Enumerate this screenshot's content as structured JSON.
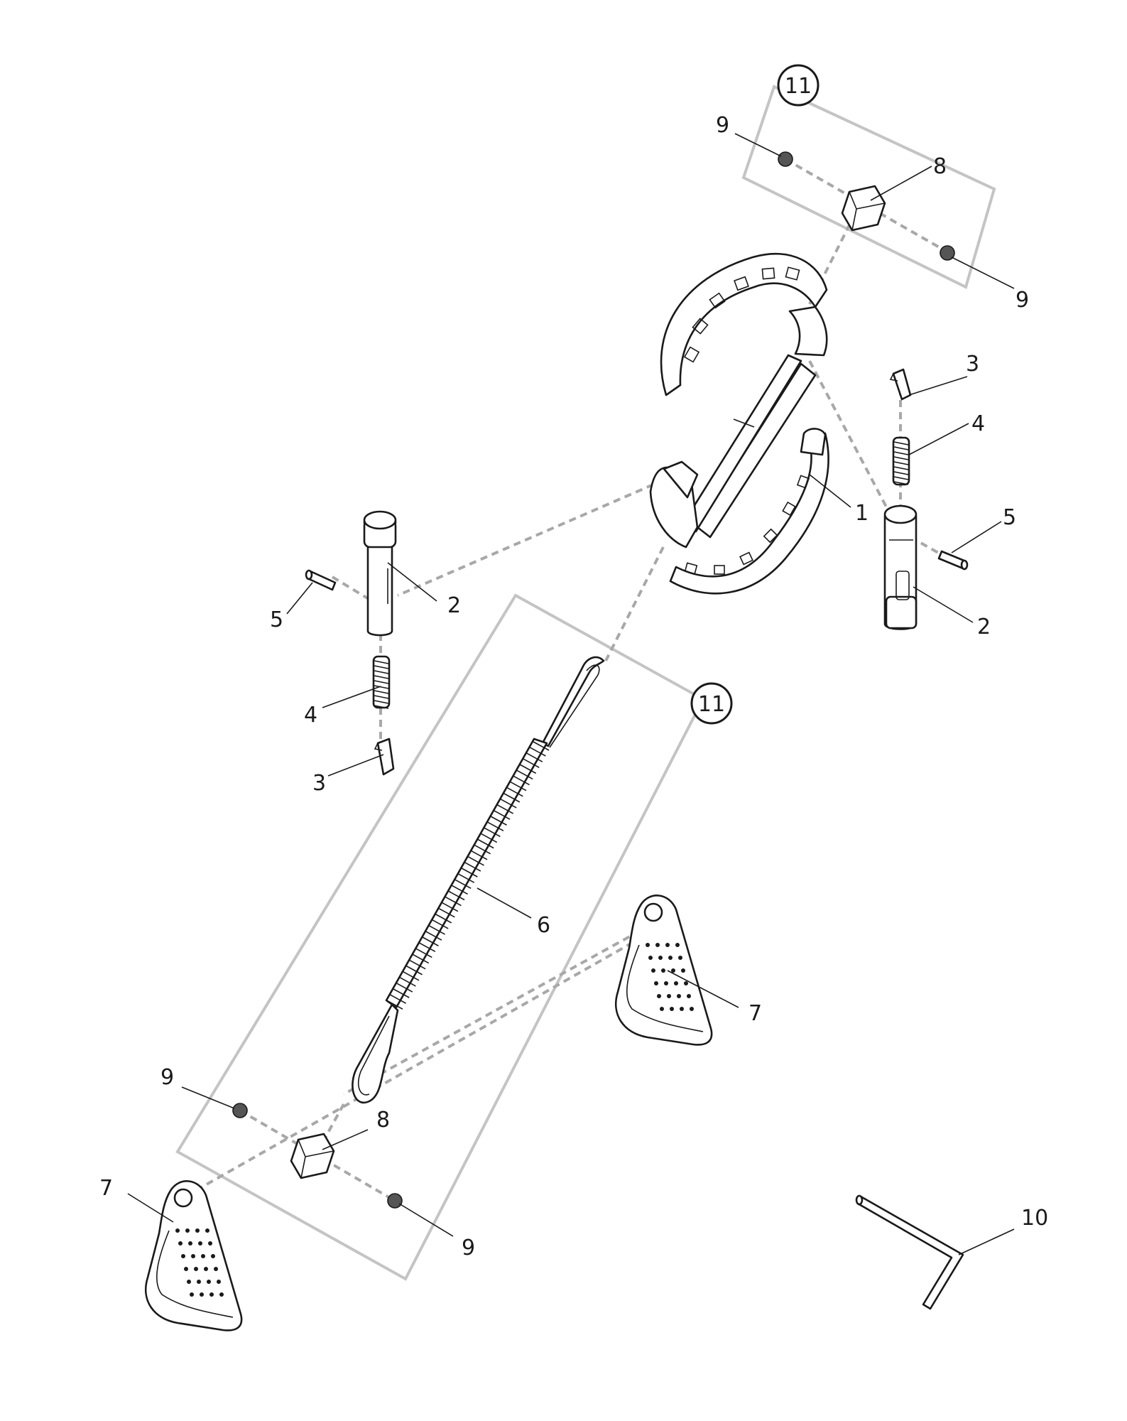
{
  "diagram": {
    "type": "exploded-parts-view",
    "line_color": "#1a1a1a",
    "dash_color": "#a8a8a8",
    "box_color": "#c4c4c4",
    "callouts": [
      {
        "id": "c1",
        "label": "1"
      },
      {
        "id": "c2a",
        "label": "2"
      },
      {
        "id": "c2b",
        "label": "2"
      },
      {
        "id": "c3a",
        "label": "3"
      },
      {
        "id": "c3b",
        "label": "3"
      },
      {
        "id": "c4a",
        "label": "4"
      },
      {
        "id": "c4b",
        "label": "4"
      },
      {
        "id": "c5a",
        "label": "5"
      },
      {
        "id": "c5b",
        "label": "5"
      },
      {
        "id": "c6",
        "label": "6"
      },
      {
        "id": "c7a",
        "label": "7"
      },
      {
        "id": "c7b",
        "label": "7"
      },
      {
        "id": "c8a",
        "label": "8"
      },
      {
        "id": "c8b",
        "label": "8"
      },
      {
        "id": "c9a",
        "label": "9"
      },
      {
        "id": "c9b",
        "label": "9"
      },
      {
        "id": "c9c",
        "label": "9"
      },
      {
        "id": "c9d",
        "label": "9"
      },
      {
        "id": "c10",
        "label": "10"
      }
    ],
    "kits": [
      {
        "id": "k1",
        "label": "11"
      },
      {
        "id": "k2",
        "label": "11"
      }
    ]
  }
}
